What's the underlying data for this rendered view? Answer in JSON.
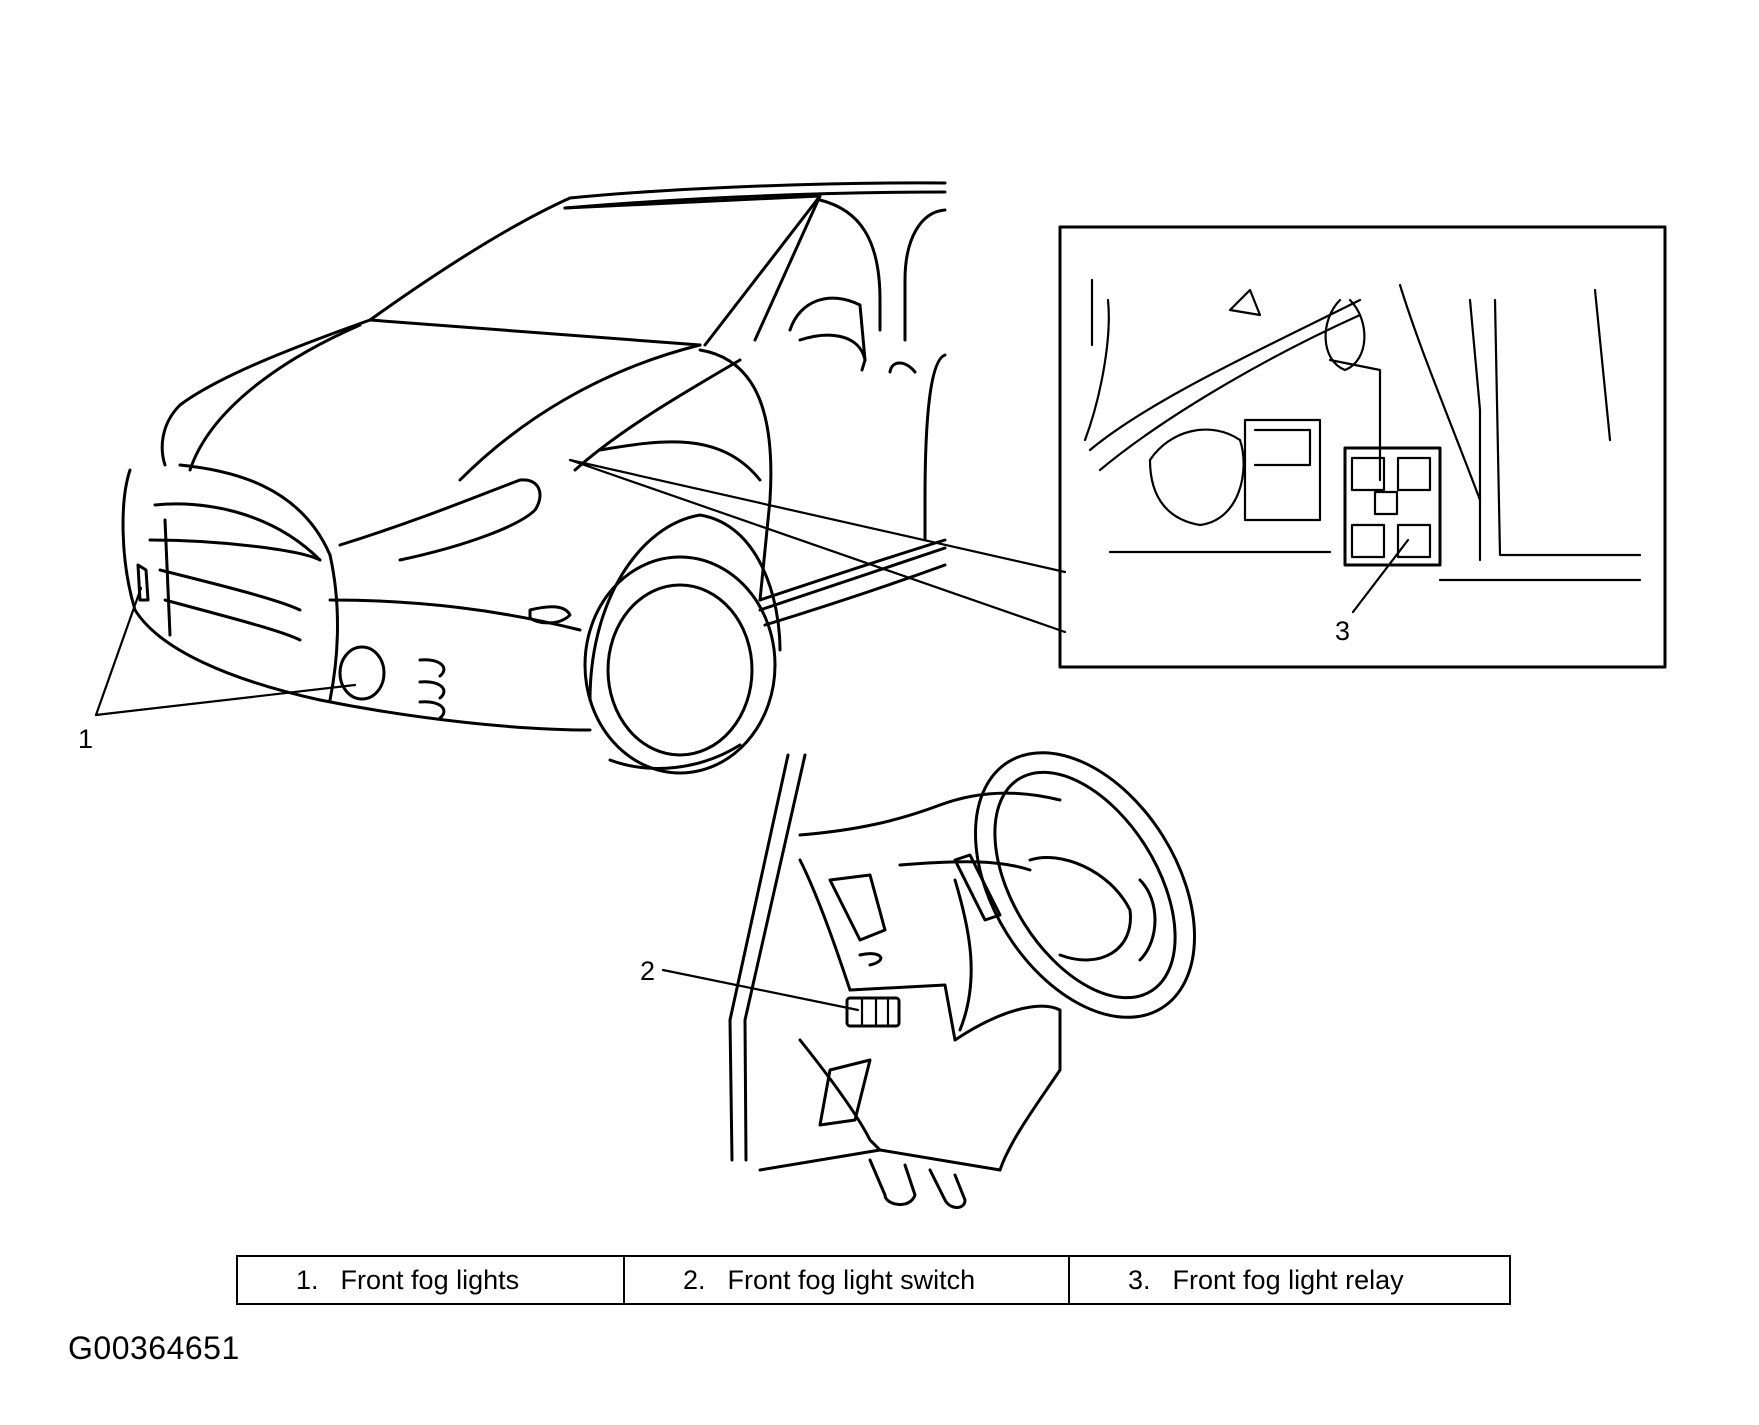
{
  "callouts": {
    "c1": "1",
    "c2": "2",
    "c3": "3"
  },
  "legend": [
    {
      "num": "1.",
      "label": "Front fog lights"
    },
    {
      "num": "2.",
      "label": "Front fog light switch"
    },
    {
      "num": "3.",
      "label": "Front fog light relay"
    }
  ],
  "figure_id": "G00364651"
}
